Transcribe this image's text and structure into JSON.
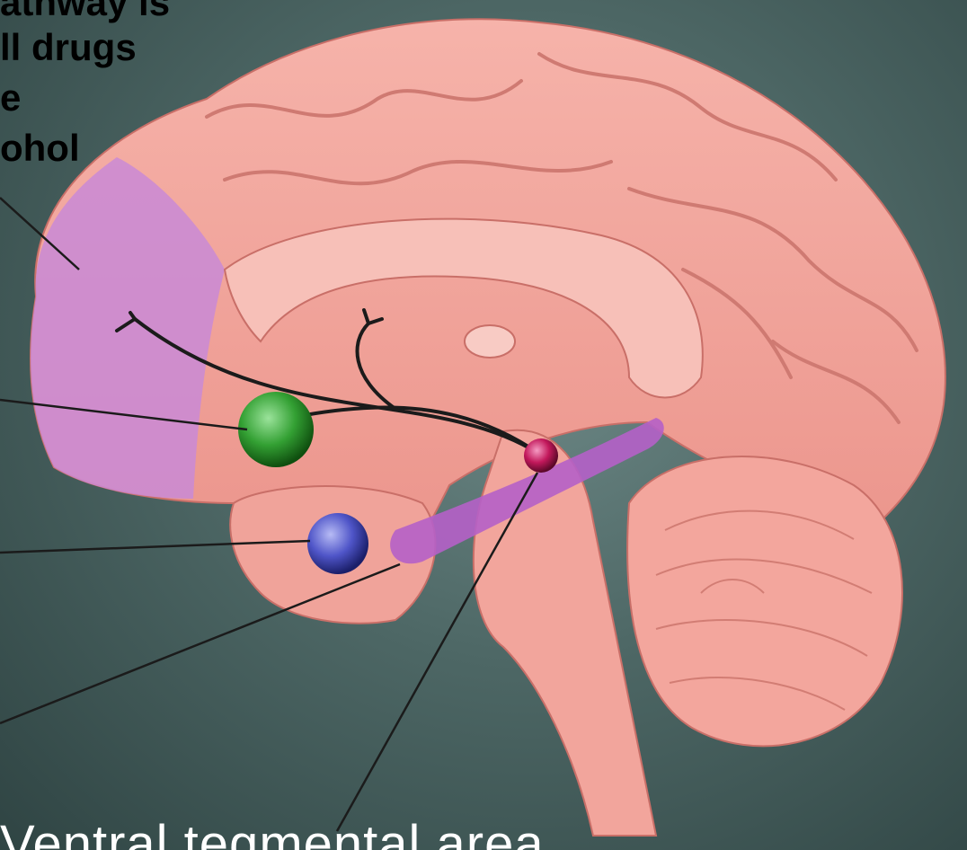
{
  "caption": {
    "lines": [
      "athway is",
      "ll drugs",
      "e",
      "ohol"
    ]
  },
  "bottom_label": "Ventral tegmental area",
  "colors": {
    "cortex": "#f4a7a0",
    "prefrontal": "#c98ad6",
    "nucleus_accumbens": "#33a033",
    "amygdala": "#4f55c8",
    "vta": "#c2185b",
    "hippocampus": "#b560c8",
    "pathway": "#1b1b1b",
    "background": "#3d5454"
  }
}
